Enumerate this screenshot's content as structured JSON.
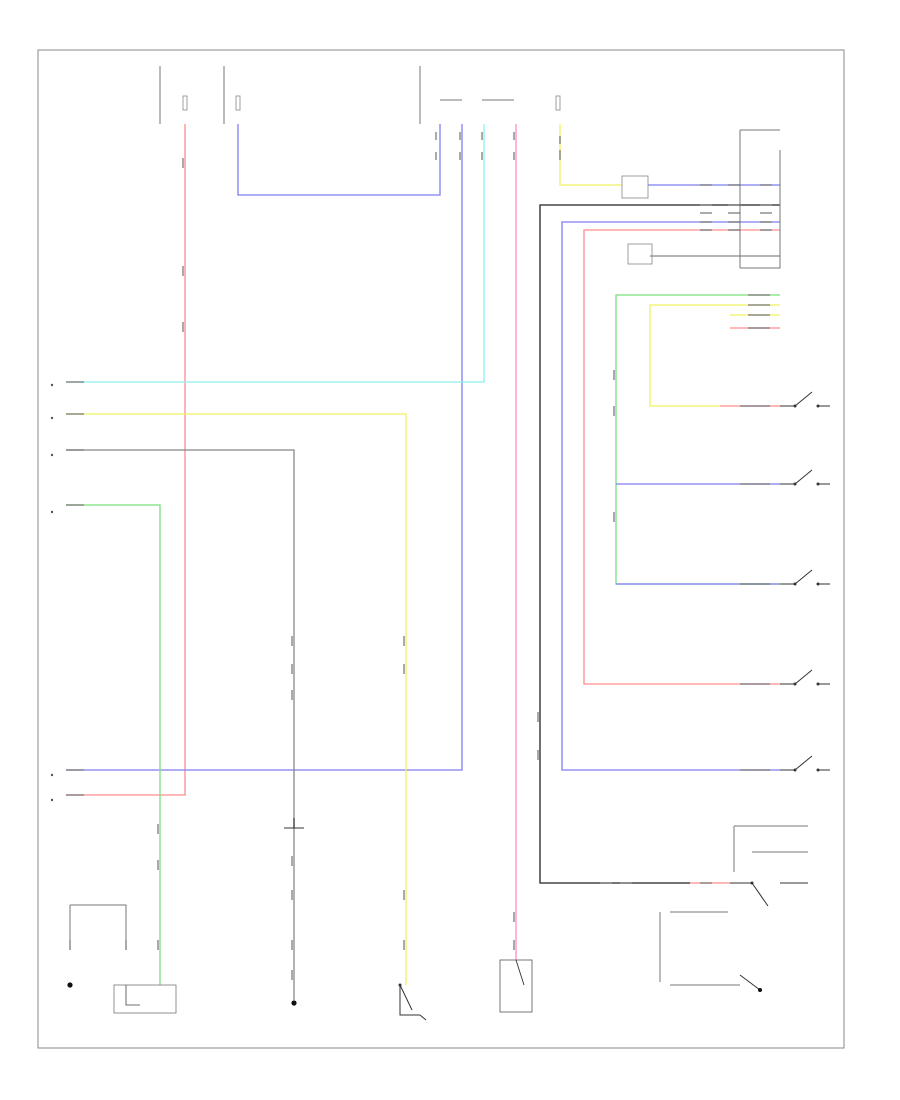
{
  "diagram": {
    "footer_code": "",
    "colors": {
      "red": "#ff8c8c",
      "blue": "#7e7ef2",
      "yellow": "#f0f060",
      "green": "#79e079",
      "cyan": "#8ef0f0",
      "gray": "#666666",
      "pink": "#ff8cc8",
      "black": "#222222"
    },
    "wire_colors": [
      "red",
      "blue",
      "yellow",
      "green",
      "cyan",
      "gray",
      "pink",
      "black"
    ],
    "components": [
      {
        "id": "fuse-1",
        "label": "",
        "icon": "fuse-icon"
      },
      {
        "id": "fuse-2",
        "label": "",
        "icon": "fuse-icon"
      },
      {
        "id": "instrument-cluster",
        "label": "",
        "icon": "connector-icon"
      },
      {
        "id": "courtesy-light-switch",
        "label": "",
        "icon": "switch-icon"
      },
      {
        "id": "door-switch-rf",
        "label": "",
        "icon": "switch-icon"
      },
      {
        "id": "door-switch-lf",
        "label": "",
        "icon": "switch-icon"
      },
      {
        "id": "door-switch-rr",
        "label": "",
        "icon": "switch-icon"
      },
      {
        "id": "trunk-switch",
        "label": "",
        "icon": "switch-icon"
      },
      {
        "id": "door-switch-lr",
        "label": "",
        "icon": "switch-icon"
      },
      {
        "id": "luggage-light",
        "label": "",
        "icon": "lamp-icon"
      },
      {
        "id": "fuel-sender",
        "label": "",
        "icon": "sender-icon"
      },
      {
        "id": "brake-switch",
        "label": "",
        "icon": "switch-icon"
      },
      {
        "id": "parking-brake-switch",
        "label": "",
        "icon": "switch-icon"
      },
      {
        "id": "washer-level-sensor",
        "label": "",
        "icon": "sensor-icon"
      }
    ]
  }
}
